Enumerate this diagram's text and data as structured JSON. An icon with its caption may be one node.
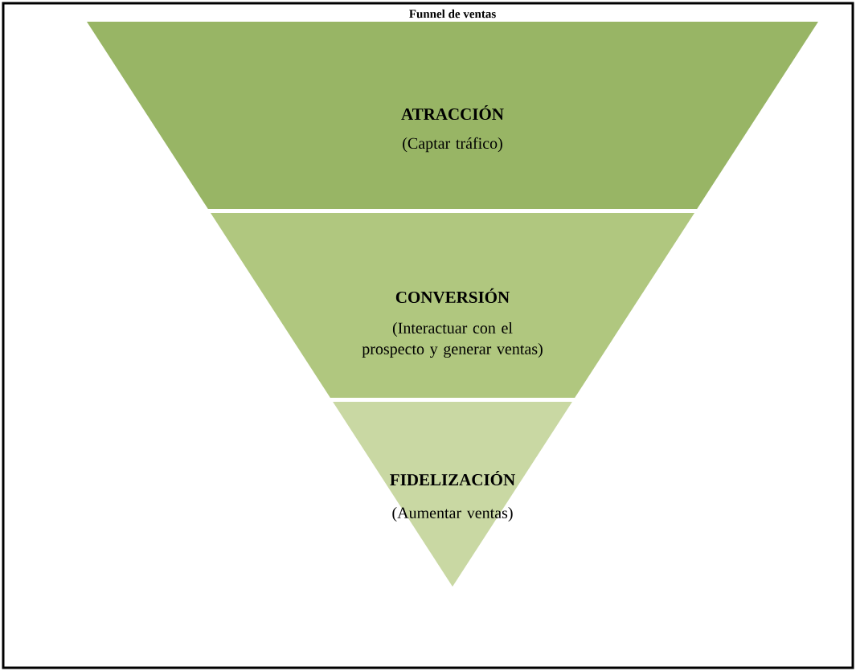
{
  "diagram": {
    "title": "Funnel de ventas",
    "nodes": [
      {
        "text": [
          "ATRACCIÓN",
          "(Captar tráfico)"
        ]
      },
      {
        "text": [
          "CONVERSIÓN",
          "(Interactuar con el prospecto y generar ventas)"
        ]
      },
      {
        "text": [
          "FIDELIZACIÓN",
          "(Aumentar ventas)"
        ]
      }
    ]
  }
}
